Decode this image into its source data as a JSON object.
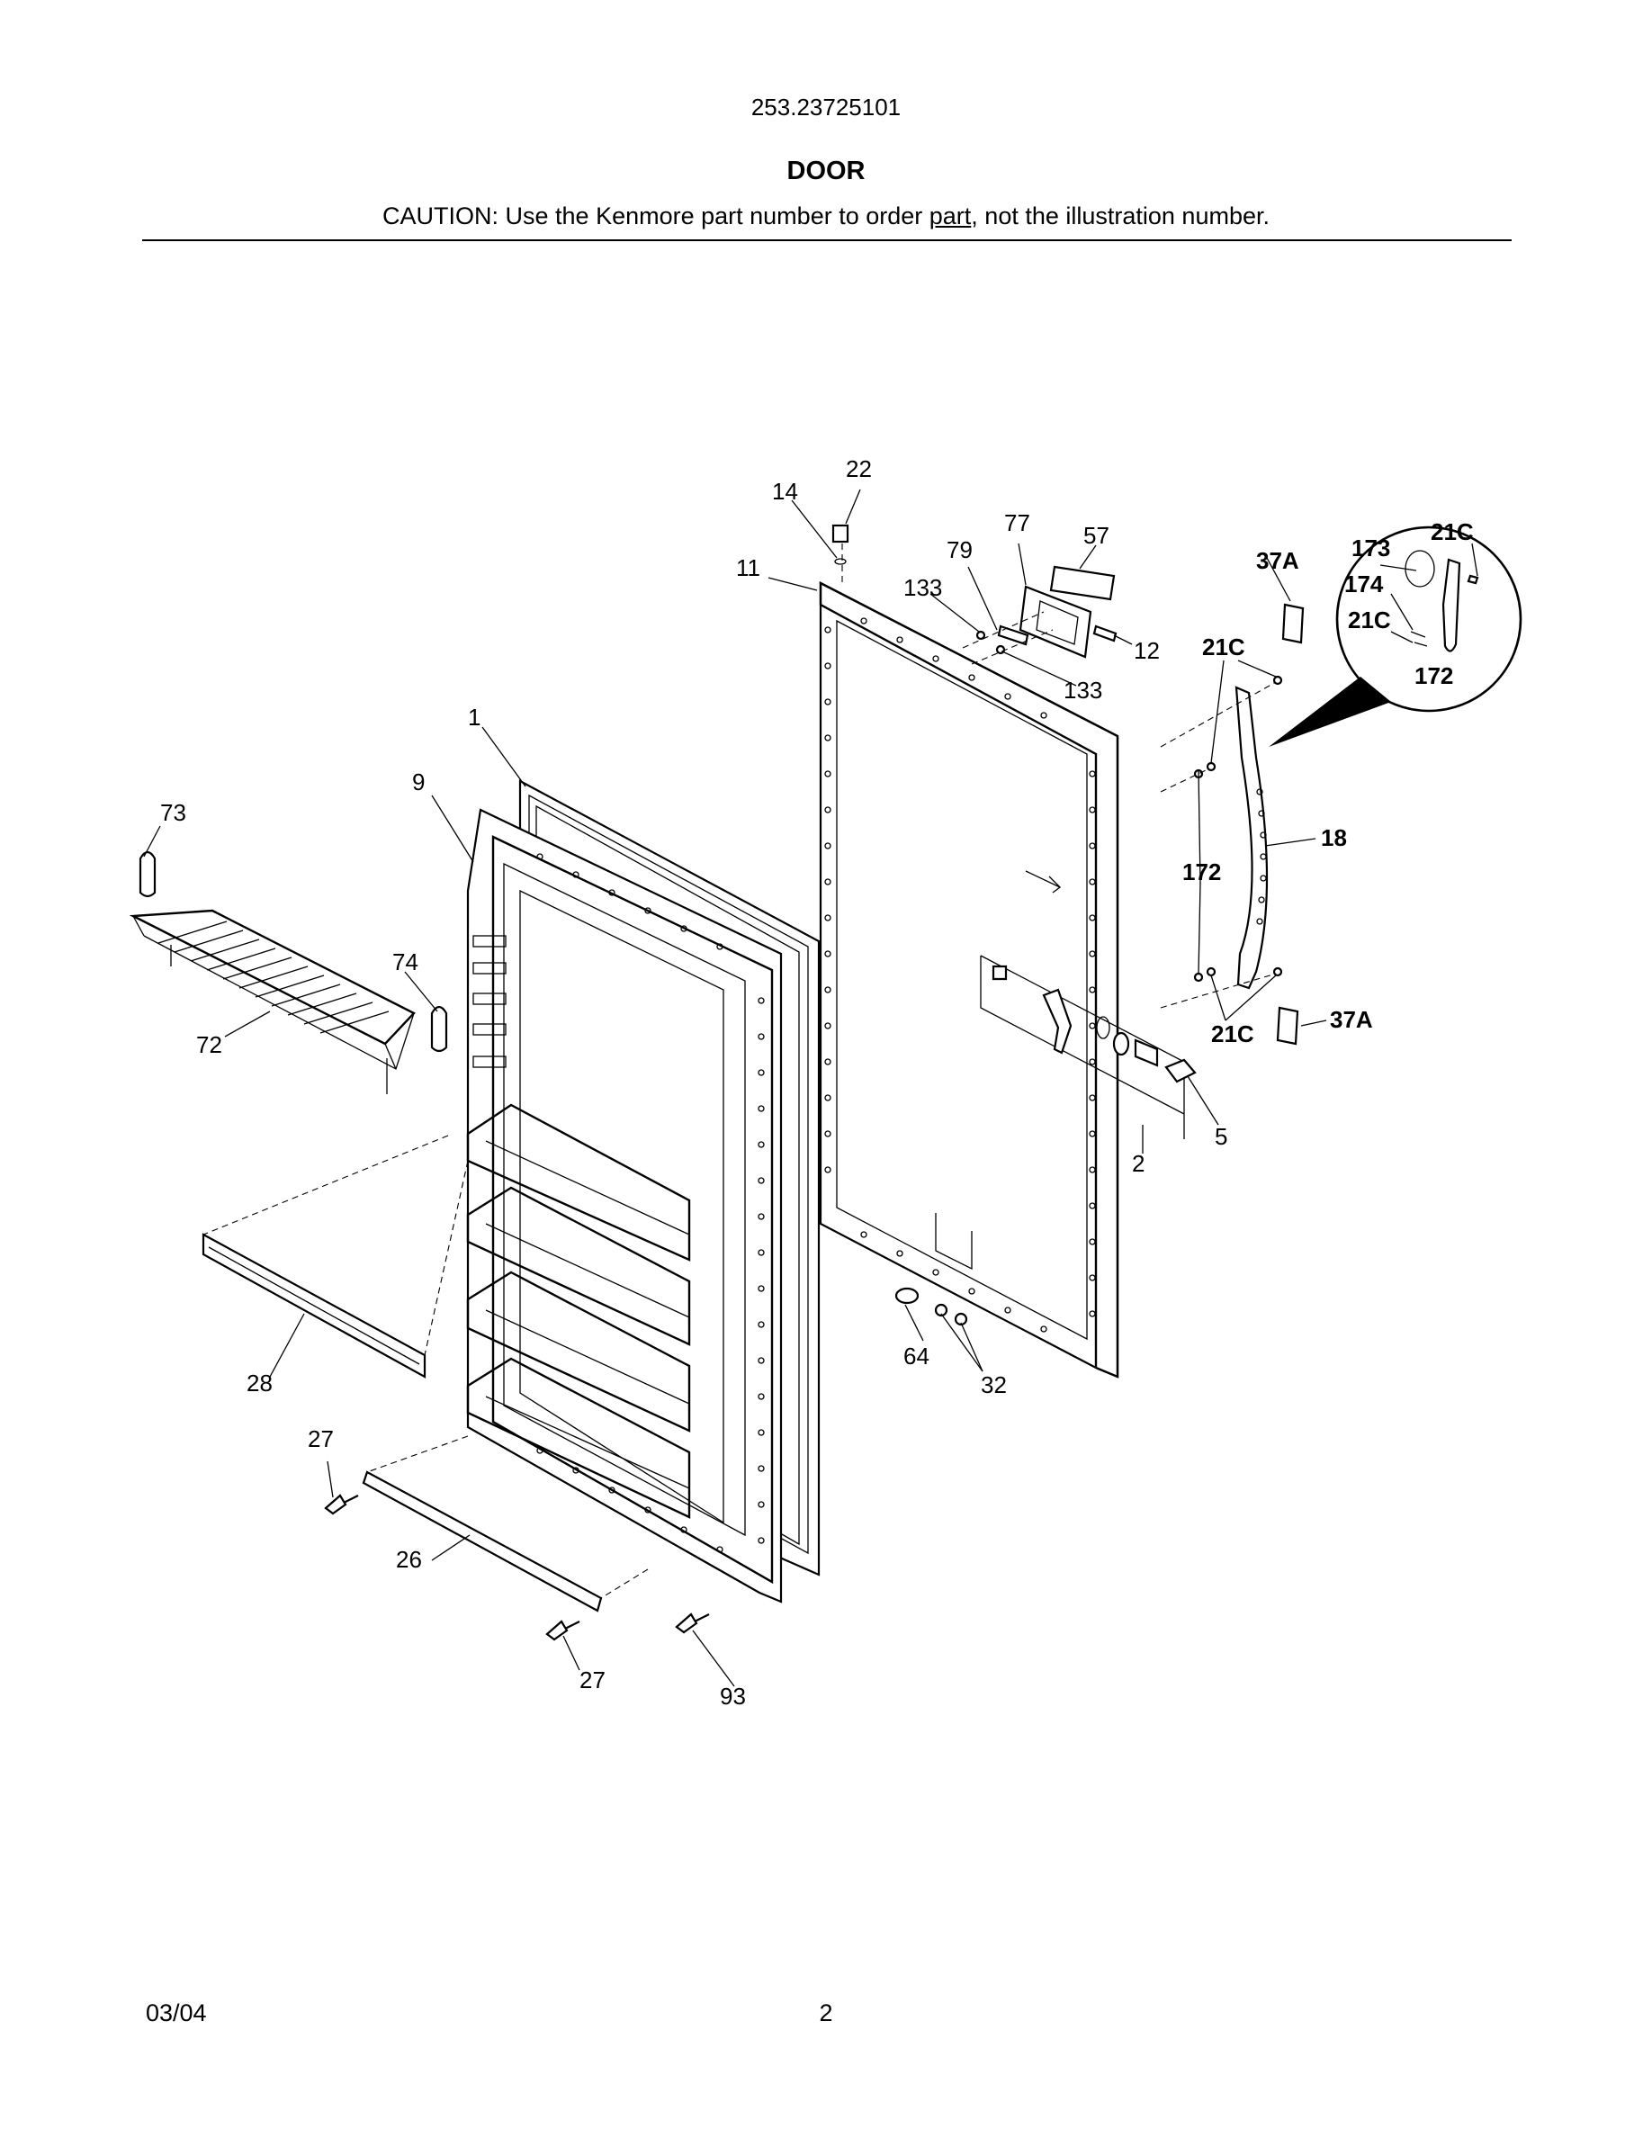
{
  "header": {
    "model_number": "253.23725101",
    "section_title": "DOOR",
    "caution_prefix": "CAUTION: Use the Kenmore part number to order ",
    "caution_underlined": "part",
    "caution_suffix": ", not the illustration number."
  },
  "callouts": {
    "c1": "1",
    "c2": "2",
    "c5": "5",
    "c9": "9",
    "c11": "11",
    "c12": "12",
    "c14": "14",
    "c18": "18",
    "c21c_a": "21C",
    "c21c_b": "21C",
    "c21c_c": "21C",
    "c21c_d": "21C",
    "c22": "22",
    "c26": "26",
    "c27_a": "27",
    "c27_b": "27",
    "c28": "28",
    "c32": "32",
    "c37a_a": "37A",
    "c37a_b": "37A",
    "c57": "57",
    "c64": "64",
    "c72": "72",
    "c73": "73",
    "c74": "74",
    "c77": "77",
    "c79": "79",
    "c93": "93",
    "c133_a": "133",
    "c133_b": "133",
    "c172_a": "172",
    "c172_b": "172",
    "c173": "173",
    "c174": "174"
  },
  "footer": {
    "date": "03/04",
    "page": "2"
  }
}
